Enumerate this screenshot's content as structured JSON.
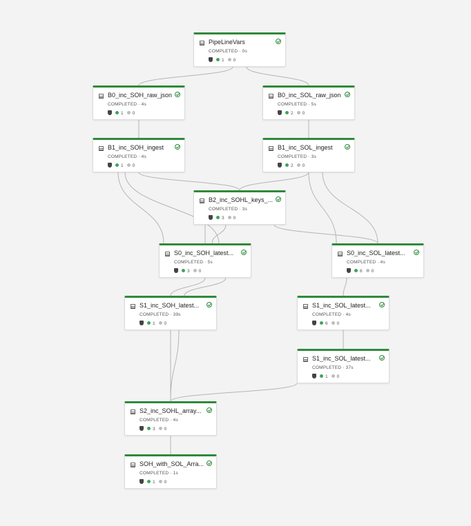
{
  "pipeline": {
    "nodes": [
      {
        "id": "pipelinevars",
        "name": "PipeLineVars",
        "status": "COMPLETED · 0s",
        "ok": "1",
        "fail": "0"
      },
      {
        "id": "b0-soh",
        "name": "B0_inc_SOH_raw_json",
        "status": "COMPLETED · 4s",
        "ok": "1",
        "fail": "0"
      },
      {
        "id": "b0-sol",
        "name": "B0_inc_SOL_raw_json",
        "status": "COMPLETED · 5s",
        "ok": "2",
        "fail": "0"
      },
      {
        "id": "b1-soh",
        "name": "B1_inc_SOH_ingest",
        "status": "COMPLETED · 4s",
        "ok": "1",
        "fail": "0"
      },
      {
        "id": "b1-sol",
        "name": "B1_inc_SOL_ingest",
        "status": "COMPLETED · 3s",
        "ok": "2",
        "fail": "0"
      },
      {
        "id": "b2-sohl",
        "name": "B2_inc_SOHL_keys_...",
        "status": "COMPLETED · 3s",
        "ok": "3",
        "fail": "0"
      },
      {
        "id": "s0-soh",
        "name": "S0_inc_SOH_latest...",
        "status": "COMPLETED · 5s",
        "ok": "3",
        "fail": "0"
      },
      {
        "id": "s0-sol",
        "name": "S0_inc_SOL_latest...",
        "status": "COMPLETED · 4s",
        "ok": "6",
        "fail": "0"
      },
      {
        "id": "s1-soh",
        "name": "S1_inc_SOH_latest...",
        "status": "COMPLETED · 39s",
        "ok": "1",
        "fail": "0"
      },
      {
        "id": "s1-sol-a",
        "name": "S1_inc_SOL_latest...",
        "status": "COMPLETED · 4s",
        "ok": "6",
        "fail": "0"
      },
      {
        "id": "s1-sol-b",
        "name": "S1_inc_SOL_latest...",
        "status": "COMPLETED · 37s",
        "ok": "1",
        "fail": "0"
      },
      {
        "id": "s2-sohl",
        "name": "S2_inc_SOHL_array...",
        "status": "COMPLETED · 4s",
        "ok": "3",
        "fail": "0"
      },
      {
        "id": "soh-with-sol",
        "name": "SOH_with_SOL_Arra...",
        "status": "COMPLETED · 1s",
        "ok": "1",
        "fail": "0"
      }
    ]
  }
}
